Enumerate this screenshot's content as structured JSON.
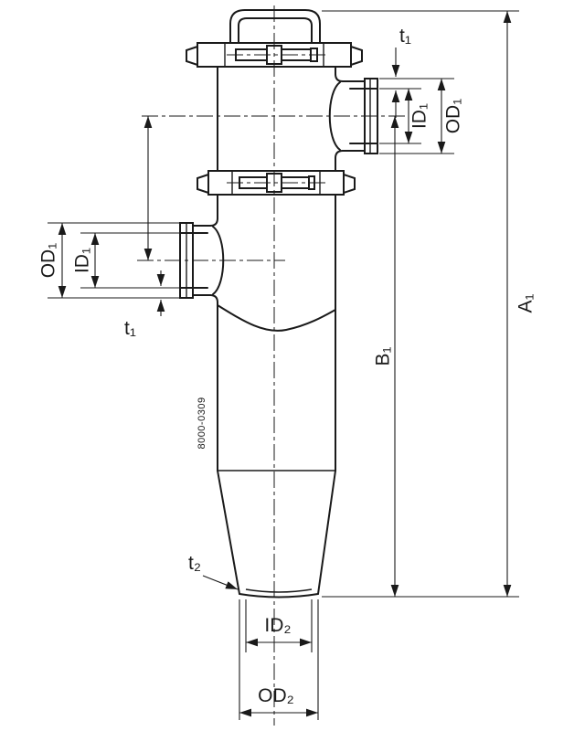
{
  "meta": {
    "background_color": "#ffffff",
    "line_color": "#1a1a1a",
    "figure_type": "technical dimension drawing of inline strainer / filter vessel"
  },
  "drawing": {
    "part_number": "8000-0309",
    "dimensions": {
      "t1_top": "t₁",
      "id1_right": "ID₁",
      "od1_right": "OD₁",
      "a1": "A₁",
      "b1": "B₁",
      "od1_left": "OD₁",
      "id1_left": "ID₁",
      "t1_left": "t₁",
      "t2": "t₂",
      "id2": "ID₂",
      "od2": "OD₂"
    }
  }
}
